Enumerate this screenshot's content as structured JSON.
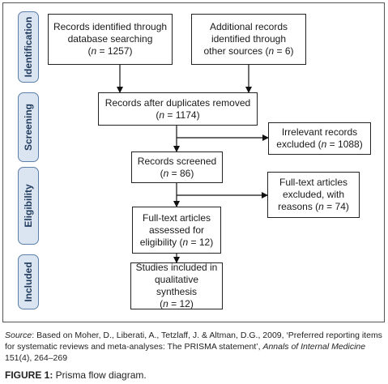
{
  "stages": [
    {
      "id": "identification",
      "label": "Identification"
    },
    {
      "id": "screening",
      "label": "Screening"
    },
    {
      "id": "eligibility",
      "label": "Eligibility"
    },
    {
      "id": "included",
      "label": "Included"
    }
  ],
  "boxes": {
    "database": {
      "line1": "Records identified through",
      "line2": "database searching",
      "count_prefix": "(",
      "n": "n",
      "count_value": " = 1257)"
    },
    "other": {
      "line1": "Additional records",
      "line2": "identified through",
      "line3_prefix": "other sources (",
      "n": "n",
      "count_value": " = 6)"
    },
    "duplicates": {
      "line1": "Records after duplicates removed",
      "count_prefix": "(",
      "n": "n",
      "count_value": " = 1174)"
    },
    "irrelevant": {
      "line1": "Irrelevant records",
      "line2_prefix": "excluded (",
      "n": "n",
      "count_value": " = 1088)"
    },
    "screened": {
      "line1": "Records screened",
      "count_prefix": "(",
      "n": "n",
      "count_value": " = 86)"
    },
    "fulltext_excluded": {
      "line1": "Full-text articles",
      "line2": "excluded, with",
      "line3_prefix": "reasons (",
      "n": "n",
      "count_value": " = 74)"
    },
    "fulltext_assessed": {
      "line1": "Full-text articles",
      "line2": "assessed for",
      "line3_prefix": "eligibility (",
      "n": "n",
      "count_value": " = 12)"
    },
    "included": {
      "line1": "Studies included in",
      "line2": "qualitative synthesis",
      "count_prefix": "(",
      "n": "n",
      "count_value": " = 12)"
    }
  },
  "source": {
    "label": "Source",
    "text1": ": Based on Moher, D., Liberati, A., Tetzlaff, J. & Altman, D.G., 2009, ‘Preferred reporting items for systematic reviews and meta-analyses: The PRISMA statement’, ",
    "journal": "Annals of Internal Medicine",
    "text2": " 151(4), 264–269"
  },
  "caption": {
    "label": "FIGURE 1:",
    "text": " Prisma flow diagram."
  }
}
